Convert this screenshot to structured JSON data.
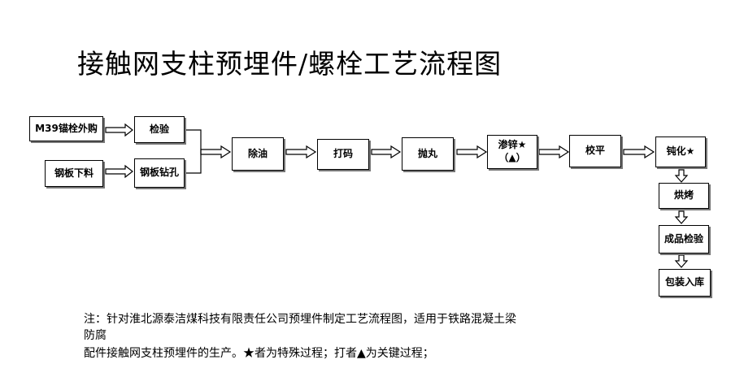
{
  "title": "接触网支柱预埋件/螺栓工艺流程图",
  "steps": {
    "m39": "M39锚栓外购",
    "gangban": "钢板下料",
    "jianyan": "检验",
    "zuankong": "钢板钻孔",
    "chuyou": "除油",
    "dama": "打码",
    "paowan": "抛丸",
    "shenxin": "渗锌★",
    "shenxin_mark": "（▲）",
    "jiaoping": "校平",
    "dunhua": "钝化★",
    "hongkao": "烘烤",
    "chengpin": "成品检验",
    "baozhuang": "包装入库"
  },
  "note": {
    "line1": "注：针对淮北源泰洁煤科技有限责任公司预埋件制定工艺流程图，适用于铁路混凝土梁",
    "line2": "防腐",
    "line3": "配件接触网支柱预埋件的生产。★者为特殊过程；打者▲为关键过程；"
  }
}
